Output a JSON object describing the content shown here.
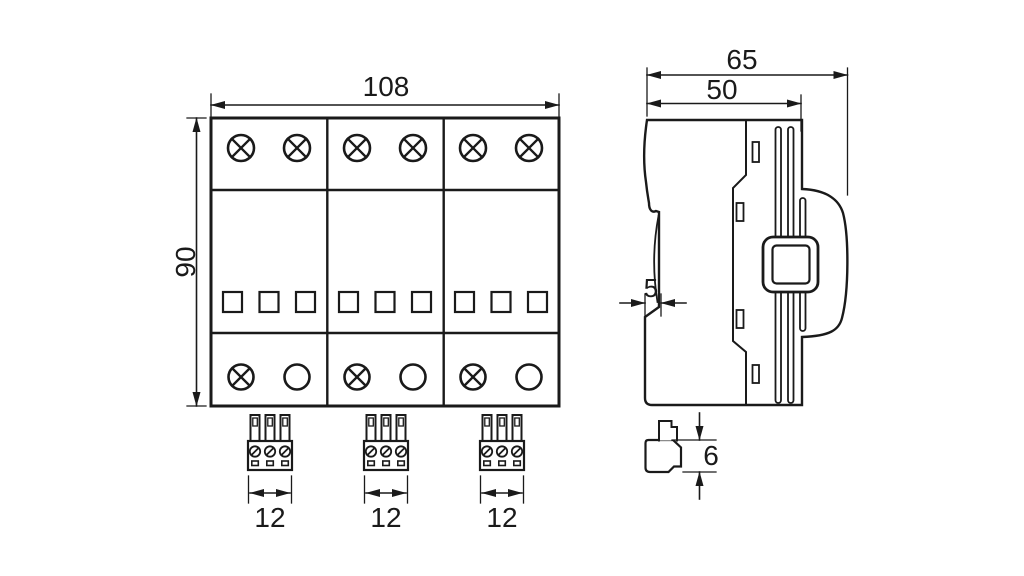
{
  "drawing": {
    "front_view": {
      "overall_width": "108",
      "overall_height": "90",
      "modules": 3,
      "plug_width_labels": [
        "12",
        "12",
        "12"
      ]
    },
    "side_view": {
      "overall_depth": "65",
      "body_depth": "50",
      "rail_notch_depth": "5",
      "plug_height": "6"
    },
    "colors": {
      "line": "#1a1a1a",
      "background": "#ffffff"
    }
  }
}
